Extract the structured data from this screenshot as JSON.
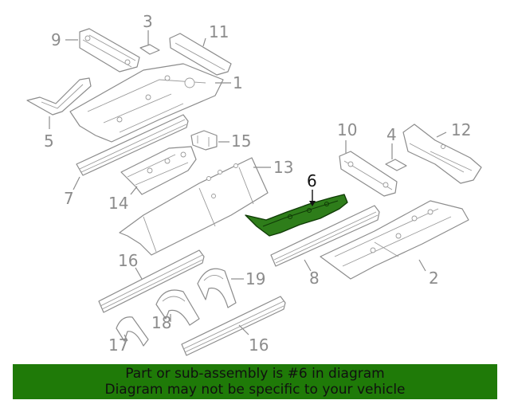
{
  "diagram": {
    "callouts": {
      "c1": "1",
      "c2": "2",
      "c3": "3",
      "c4": "4",
      "c5": "5",
      "c6": "6",
      "c7": "7",
      "c8": "8",
      "c9": "9",
      "c10": "10",
      "c11": "11",
      "c12": "12",
      "c13": "13",
      "c14": "14",
      "c15": "15",
      "c16a": "16",
      "c16b": "16",
      "c17": "17",
      "c18": "18",
      "c19": "19"
    },
    "highlighted_part": "6",
    "colors": {
      "highlight": "#2e7d1a",
      "line_art": "#8c8c8c",
      "banner": "#1f7a08"
    }
  },
  "banner": {
    "line1": "Part or sub-assembly is #6 in diagram",
    "line2": "Diagram may not be specific to your vehicle"
  }
}
